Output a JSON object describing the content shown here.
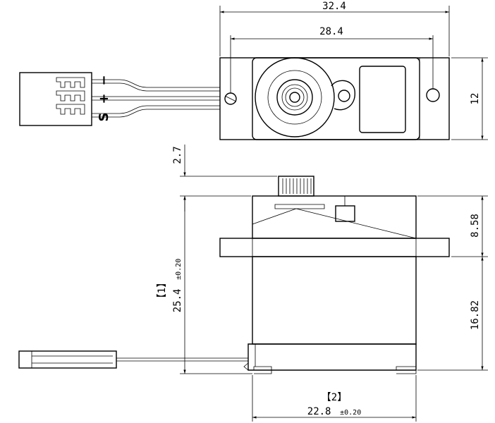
{
  "top_view": {
    "pins": [
      "S",
      "+",
      "−"
    ],
    "dim_overall_width": "32.4",
    "dim_hole_spacing": "28.4",
    "dim_depth": "12"
  },
  "side_view": {
    "dim_spline_height": "2.7",
    "dim_upper_height": "8.58",
    "dim_lower_height": "16.82",
    "dim_body_height_note": "【1】",
    "dim_body_height": "25.4",
    "dim_body_height_tol": "±0.20",
    "dim_body_width_note": "【2】",
    "dim_body_width": "22.8",
    "dim_body_width_tol": "±0.20"
  }
}
